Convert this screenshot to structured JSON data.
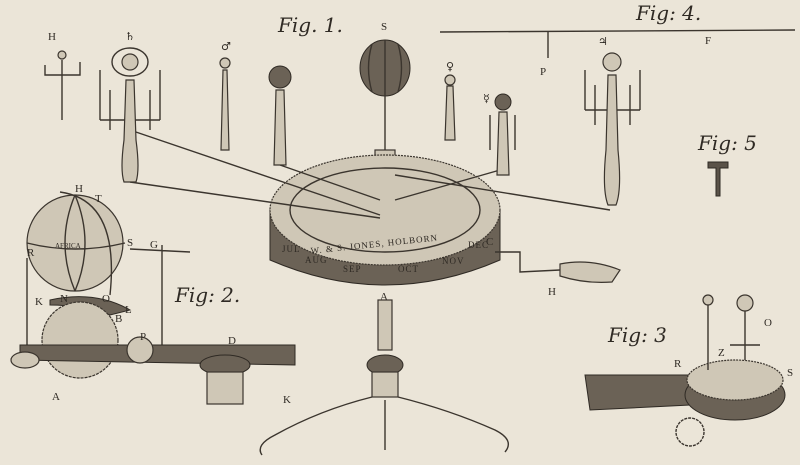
{
  "colors": {
    "paper": "#ebe5d8",
    "ink": "#2f2a24"
  },
  "figures": {
    "fig1": "Fig. 1.",
    "fig2": "Fig: 2.",
    "fig3": "Fig: 3",
    "fig4": "Fig: 4.",
    "fig5": "Fig: 5"
  },
  "fig1": {
    "sun_label": "S",
    "symbols": {
      "saturn": "♄",
      "mars": "♂",
      "venus": "♀",
      "mercury": "☿",
      "jupiter": "♃"
    },
    "maker": "W. & S. JONES, HOLBORN",
    "months": [
      "JUL",
      "AUG",
      "SEP",
      "OCT",
      "NOV",
      "DEC"
    ],
    "letters": {
      "A": "A",
      "C": "C",
      "H": "H",
      "Hleft": "H"
    }
  },
  "fig2": {
    "globe_text": "AFRICA",
    "letters": [
      "H",
      "T",
      "S",
      "G",
      "R",
      "K",
      "N",
      "O",
      "L",
      "B",
      "P",
      "D",
      "A",
      "K"
    ]
  },
  "fig3": {
    "letters": [
      "R",
      "Z",
      "O",
      "S"
    ]
  },
  "fig4": {
    "letters": [
      "P",
      "F"
    ]
  }
}
